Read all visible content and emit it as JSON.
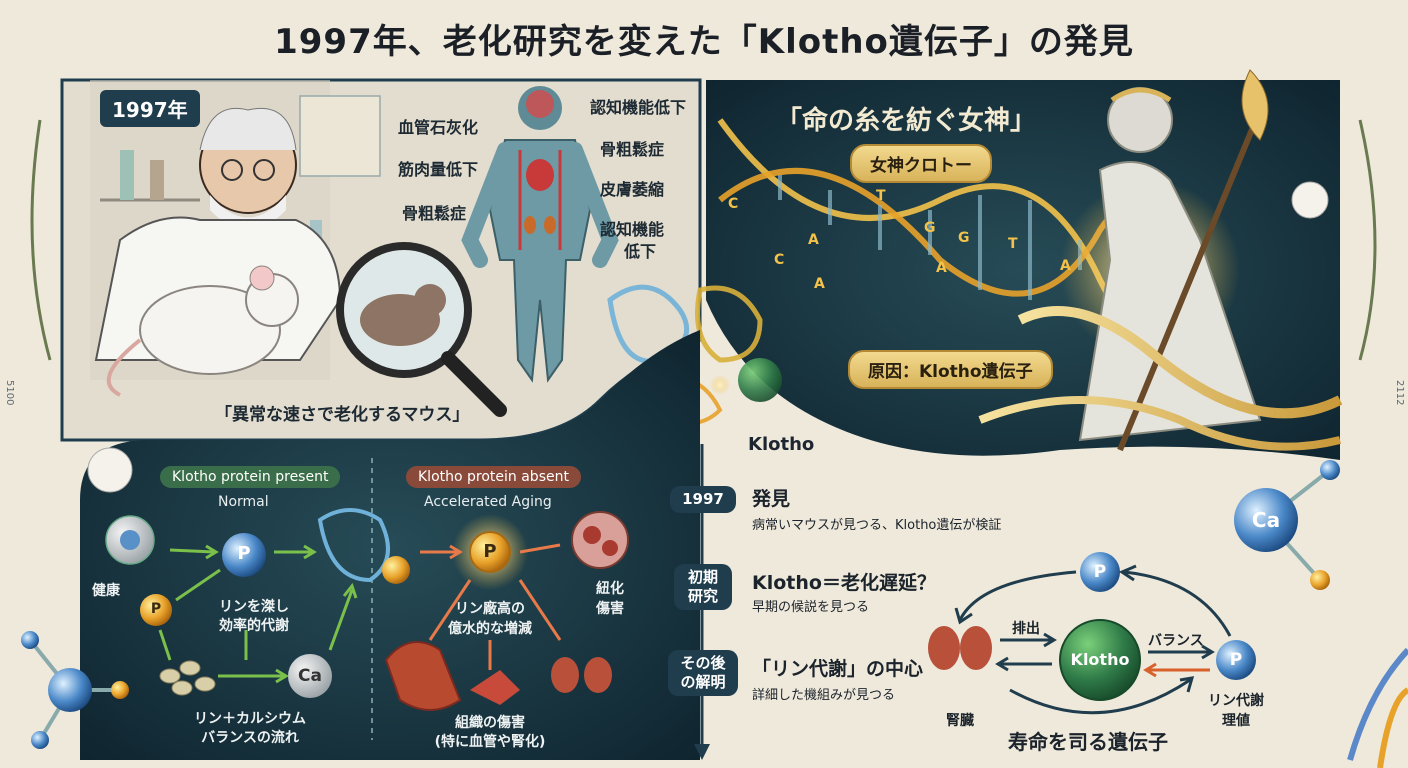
{
  "title": "1997年、老化研究を変えた「Klotho遺伝子」の発見",
  "year_tag": "1997年",
  "mouse_caption": "「異常な速さで老化するマウス」",
  "body_labels": {
    "left": [
      "血管石灰化",
      "筋肉量低下",
      "骨粗鬆症"
    ],
    "right": [
      "認知機能低下",
      "骨粗鬆症",
      "皮膚萎縮",
      "認知機能",
      "低下"
    ]
  },
  "goddess": {
    "title": "「命の糸を紡ぐ女神」",
    "name": "女神クロトー",
    "cause": "原因：Klotho遺伝子",
    "dna_letters": [
      "C",
      "A",
      "T",
      "G",
      "A",
      "C",
      "G",
      "A",
      "T",
      "A"
    ]
  },
  "klotho_label": "Klotho",
  "comparison": {
    "present_title": "Klotho protein present",
    "present_sub": "Normal",
    "absent_title": "Klotho protein absent",
    "absent_sub": "Accelerated Aging",
    "left_healthy": "健康",
    "left_mid_1": "リンを滐し",
    "left_mid_2": "効率的代謝",
    "left_bottom_1": "リン＋カルシウム",
    "left_bottom_2": "バランスの流れ",
    "right_damage_1": "紐化",
    "right_damage_2": "傷害",
    "right_mid_1": "リン廠高の",
    "right_mid_2": "億水的な増減",
    "right_bottom_1": "組織の傷害",
    "right_bottom_2": "(特に血管や腎化)",
    "p_symbol": "P",
    "ca_symbol": "Ca"
  },
  "timeline": [
    {
      "badge": "1997",
      "head": "発見",
      "desc": "病常いマウスが見つる、Klotho遺伝が検証"
    },
    {
      "badge": "初期\n研究",
      "head": "Klotho＝老化遅延？",
      "desc": "早期の候説を見つる"
    },
    {
      "badge": "その後\nの解明",
      "head": "「リン代謝」の中心",
      "desc": "詳細した機組みが見つる"
    }
  ],
  "cycle": {
    "center": "Klotho",
    "p_top": "P",
    "p_right": "P",
    "excrete": "排出",
    "balance": "バランス",
    "kidney": "腎臓",
    "phosphate": "リン代謝",
    "phosphate_2": "理値",
    "caption": "寿命を司る遺伝子"
  },
  "side_marks": {
    "left": "5100",
    "right": "2112"
  },
  "ca_big": "Ca",
  "colors": {
    "dark_teal": "#1f3d4d",
    "panel": "#16333f",
    "gold": "#d8b35a",
    "green": "#3a6e4a",
    "red": "#8a4a3a"
  }
}
